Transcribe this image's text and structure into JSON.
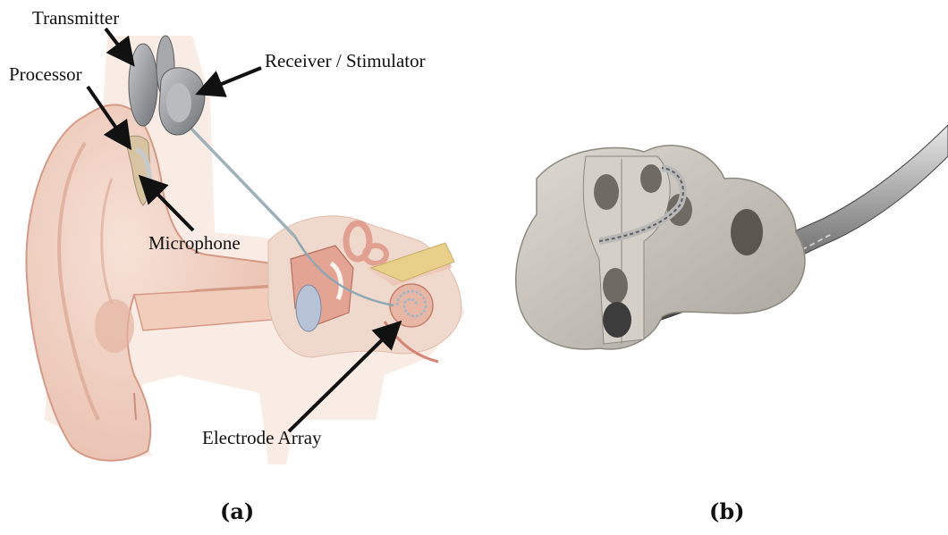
{
  "panel_a": {
    "labels": {
      "transmitter": "Transmitter",
      "processor": "Processor",
      "receiver": "Receiver / Stimulator",
      "microphone": "Microphone",
      "electrode": "Electrode Array"
    },
    "caption": "(a)"
  },
  "panel_b": {
    "caption": "(b)"
  },
  "colors": {
    "skin": "#f2d6c8",
    "skin_dark": "#d9a48f",
    "bone": "#e8cfbf",
    "device": "#9a9ca0",
    "cochlea_model": "#c9c5bd",
    "bone_yellow": "#e9d08a"
  }
}
